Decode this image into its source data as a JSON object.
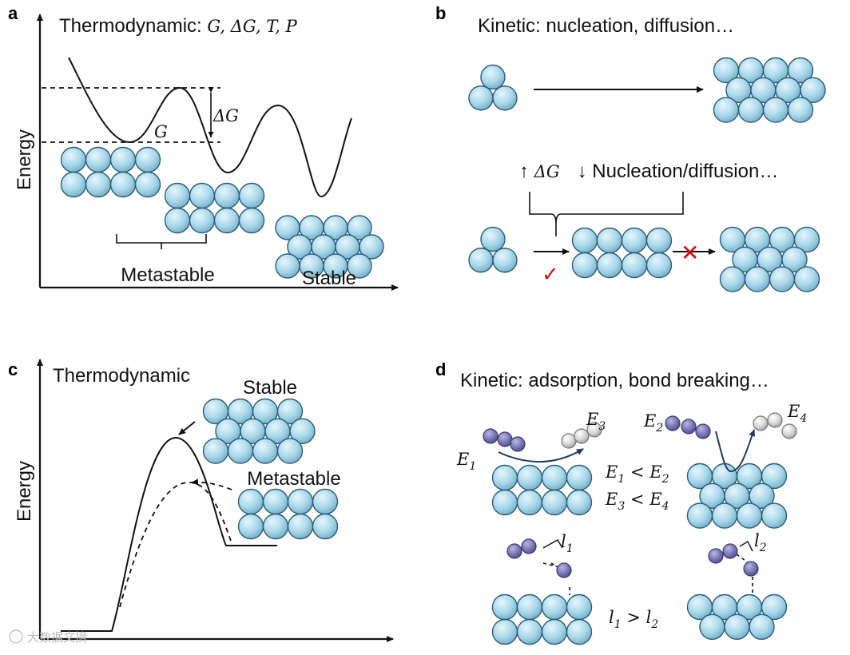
{
  "panels": {
    "a": {
      "letter": "a",
      "title": "Thermodynamic: ",
      "title_math": "G, ΔG, T, P",
      "ylabel": "Energy",
      "delta_g": "ΔG",
      "g_label": "G",
      "metastable": "Metastable",
      "stable": "Stable"
    },
    "b": {
      "letter": "b",
      "title": "Kinetic: nucleation, diffusion…",
      "condition_up": "↑ ",
      "condition_dg": "ΔG",
      "condition_down": "↓ Nucleation/diffusion…",
      "check": "✓",
      "cross": "✕"
    },
    "c": {
      "letter": "c",
      "title": "Thermodynamic",
      "ylabel": "Energy",
      "stable": "Stable",
      "metastable": "Metastable"
    },
    "d": {
      "letter": "d",
      "title": "Kinetic: adsorption, bond breaking…",
      "E1": "E",
      "E1_sub": "1",
      "E2": "E",
      "E2_sub": "2",
      "E3": "E",
      "E3_sub": "3",
      "E4": "E",
      "E4_sub": "4",
      "ineq1_lhs": "E",
      "ineq1_lhs_sub": "1",
      "ineq1_op": " < ",
      "ineq1_rhs": "E",
      "ineq1_rhs_sub": "2",
      "ineq2_lhs": "E",
      "ineq2_lhs_sub": "3",
      "ineq2_op": " < ",
      "ineq2_rhs": "E",
      "ineq2_rhs_sub": "4",
      "l1": "l",
      "l1_sub": "1",
      "l2": "l",
      "l2_sub": "2",
      "ineq3_lhs": "l",
      "ineq3_lhs_sub": "1",
      "ineq3_op": " > ",
      "ineq3_rhs": "l",
      "ineq3_rhs_sub": "2"
    }
  },
  "watermark": "大数据文摘",
  "colors": {
    "atom_blue": "#a9d8ea",
    "atom_purple": "#7b78b8",
    "atom_white": "#d8d8d8",
    "cross_red": "#cc1111",
    "check_red": "#cc1111",
    "arrow_navy": "#1f3a66"
  },
  "chart_data": [
    {
      "type": "line",
      "panel": "a",
      "description_type": "energy landscape",
      "ylabel": "Energy",
      "minima": [
        "Metastable",
        "Metastable",
        "Stable"
      ]
    },
    {
      "type": "line",
      "panel": "c",
      "ylabel": "Energy",
      "series": [
        {
          "style": "solid"
        },
        {
          "style": "dashed"
        }
      ]
    }
  ]
}
